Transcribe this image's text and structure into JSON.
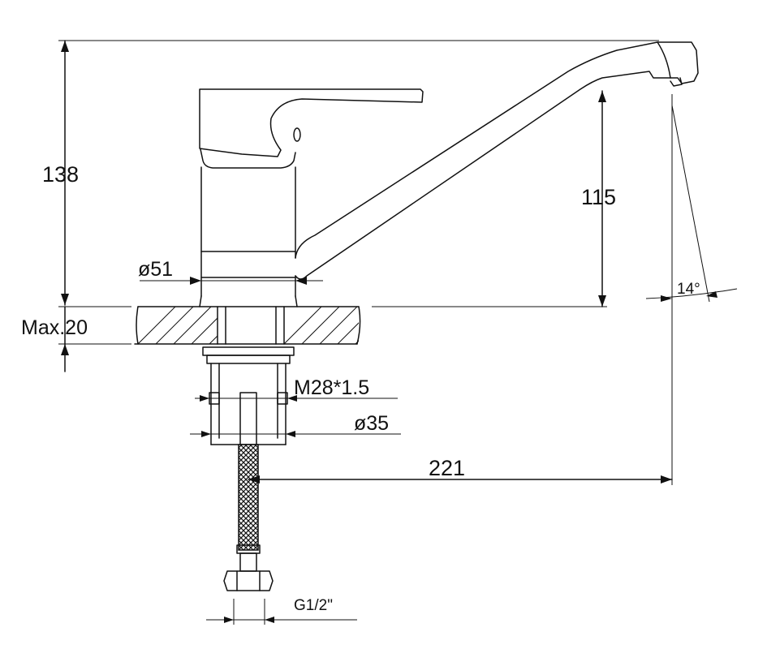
{
  "dimensions": {
    "total_height": "138",
    "spout_height": "115",
    "body_diameter": "ø51",
    "max_counter_thickness": "Max.20",
    "thread": "M28*1.5",
    "shank_diameter": "ø35",
    "spout_reach": "221",
    "spout_angle": "14°",
    "hose_connection": "G1/2\""
  },
  "colors": {
    "line": "#111111",
    "background": "#ffffff"
  }
}
